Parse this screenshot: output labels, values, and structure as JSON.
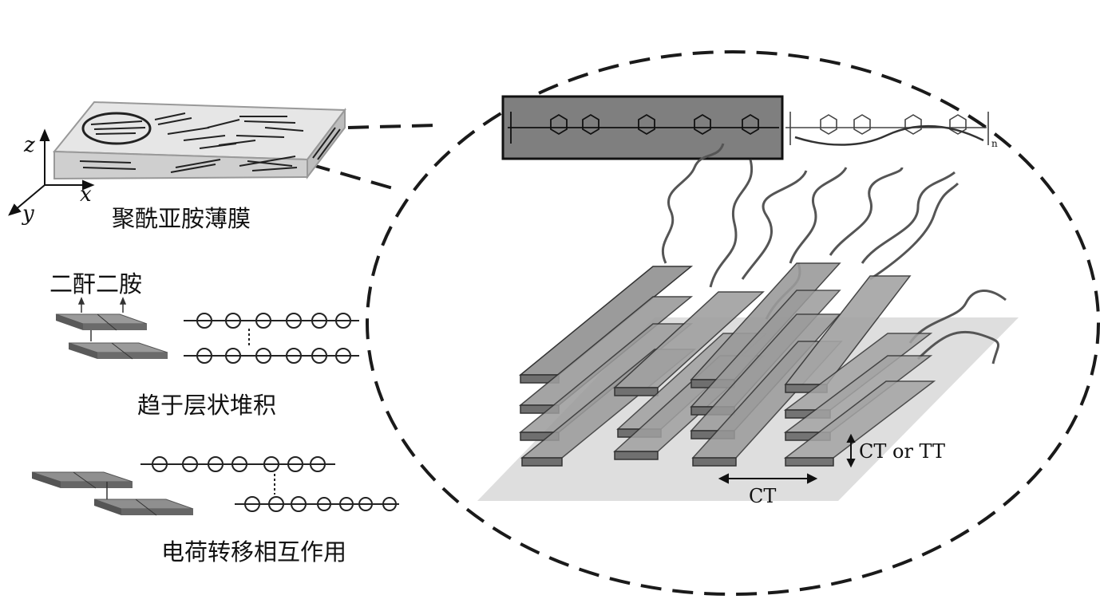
{
  "axes": {
    "z": "z",
    "x": "x",
    "y": "y"
  },
  "labels": {
    "film": "聚酰亚胺薄膜",
    "dianhydride_diamine": "二酐二胺",
    "layered_stacking": "趋于层状堆积",
    "charge_transfer": "电荷转移相互作用",
    "ct_or_tt": "CT or TT",
    "ct": "CT",
    "repeat_subscript": "n"
  },
  "colors": {
    "dashed_outline": "#1a1a1a",
    "plate_fill": "#8a8a8a",
    "plate_top": "#a9a9a9",
    "base_plane": "#d8d8d8",
    "film_fill": "#d9d9d9",
    "monomer_box": "#7f7f7f"
  }
}
